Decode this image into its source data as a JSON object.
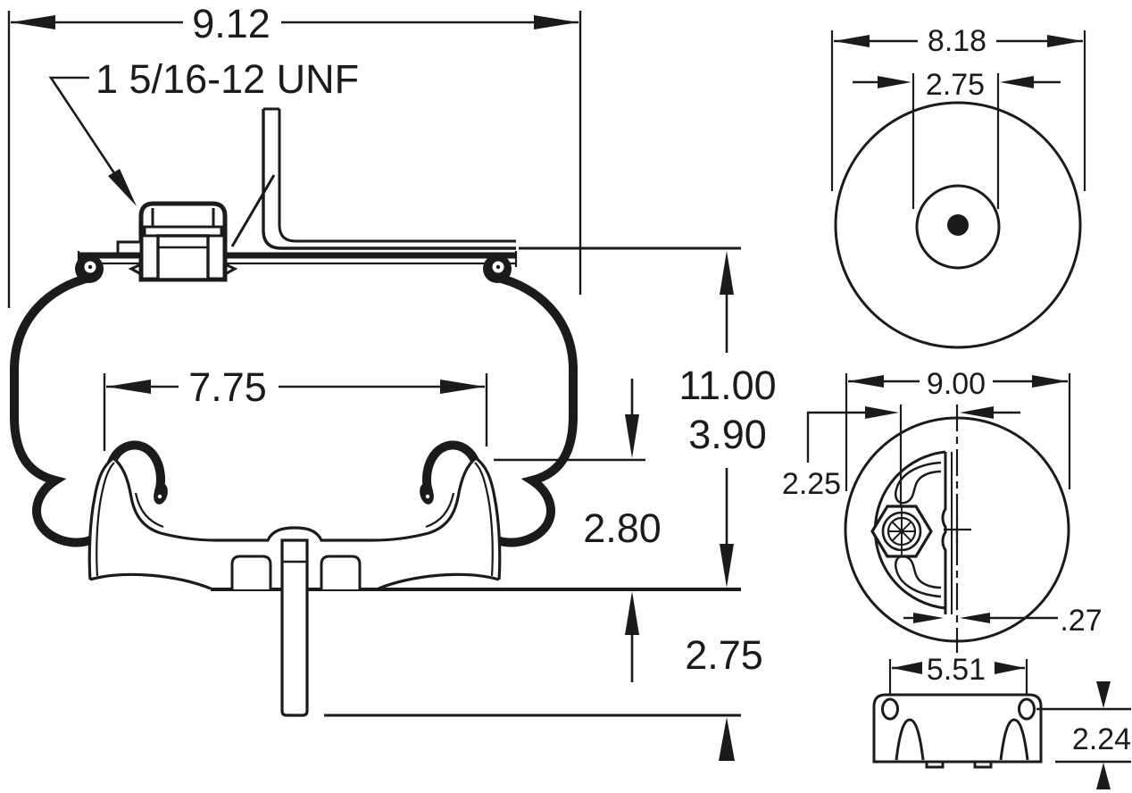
{
  "page": {
    "background": "#ffffff",
    "line_color": "#1b1b1b"
  },
  "side_view": {
    "overall_width": "9.12",
    "air_fitting_thread": "1 5/16-12 UNF",
    "piston_diameter": "7.75",
    "overall_height": "11.00",
    "upper_section_height": "3.90",
    "piston_section_height": "2.80",
    "stud_length": "2.75"
  },
  "top_view": {
    "bead_plate_diameter": "8.18",
    "center_boss_diameter": "2.75"
  },
  "bottom_view": {
    "piston_base_diameter": "9.00",
    "fitting_offset_from_center": "2.25",
    "bracket_face_offset": ".27"
  },
  "bracket_view": {
    "hole_spacing": "5.51",
    "bracket_height": "2.24"
  }
}
